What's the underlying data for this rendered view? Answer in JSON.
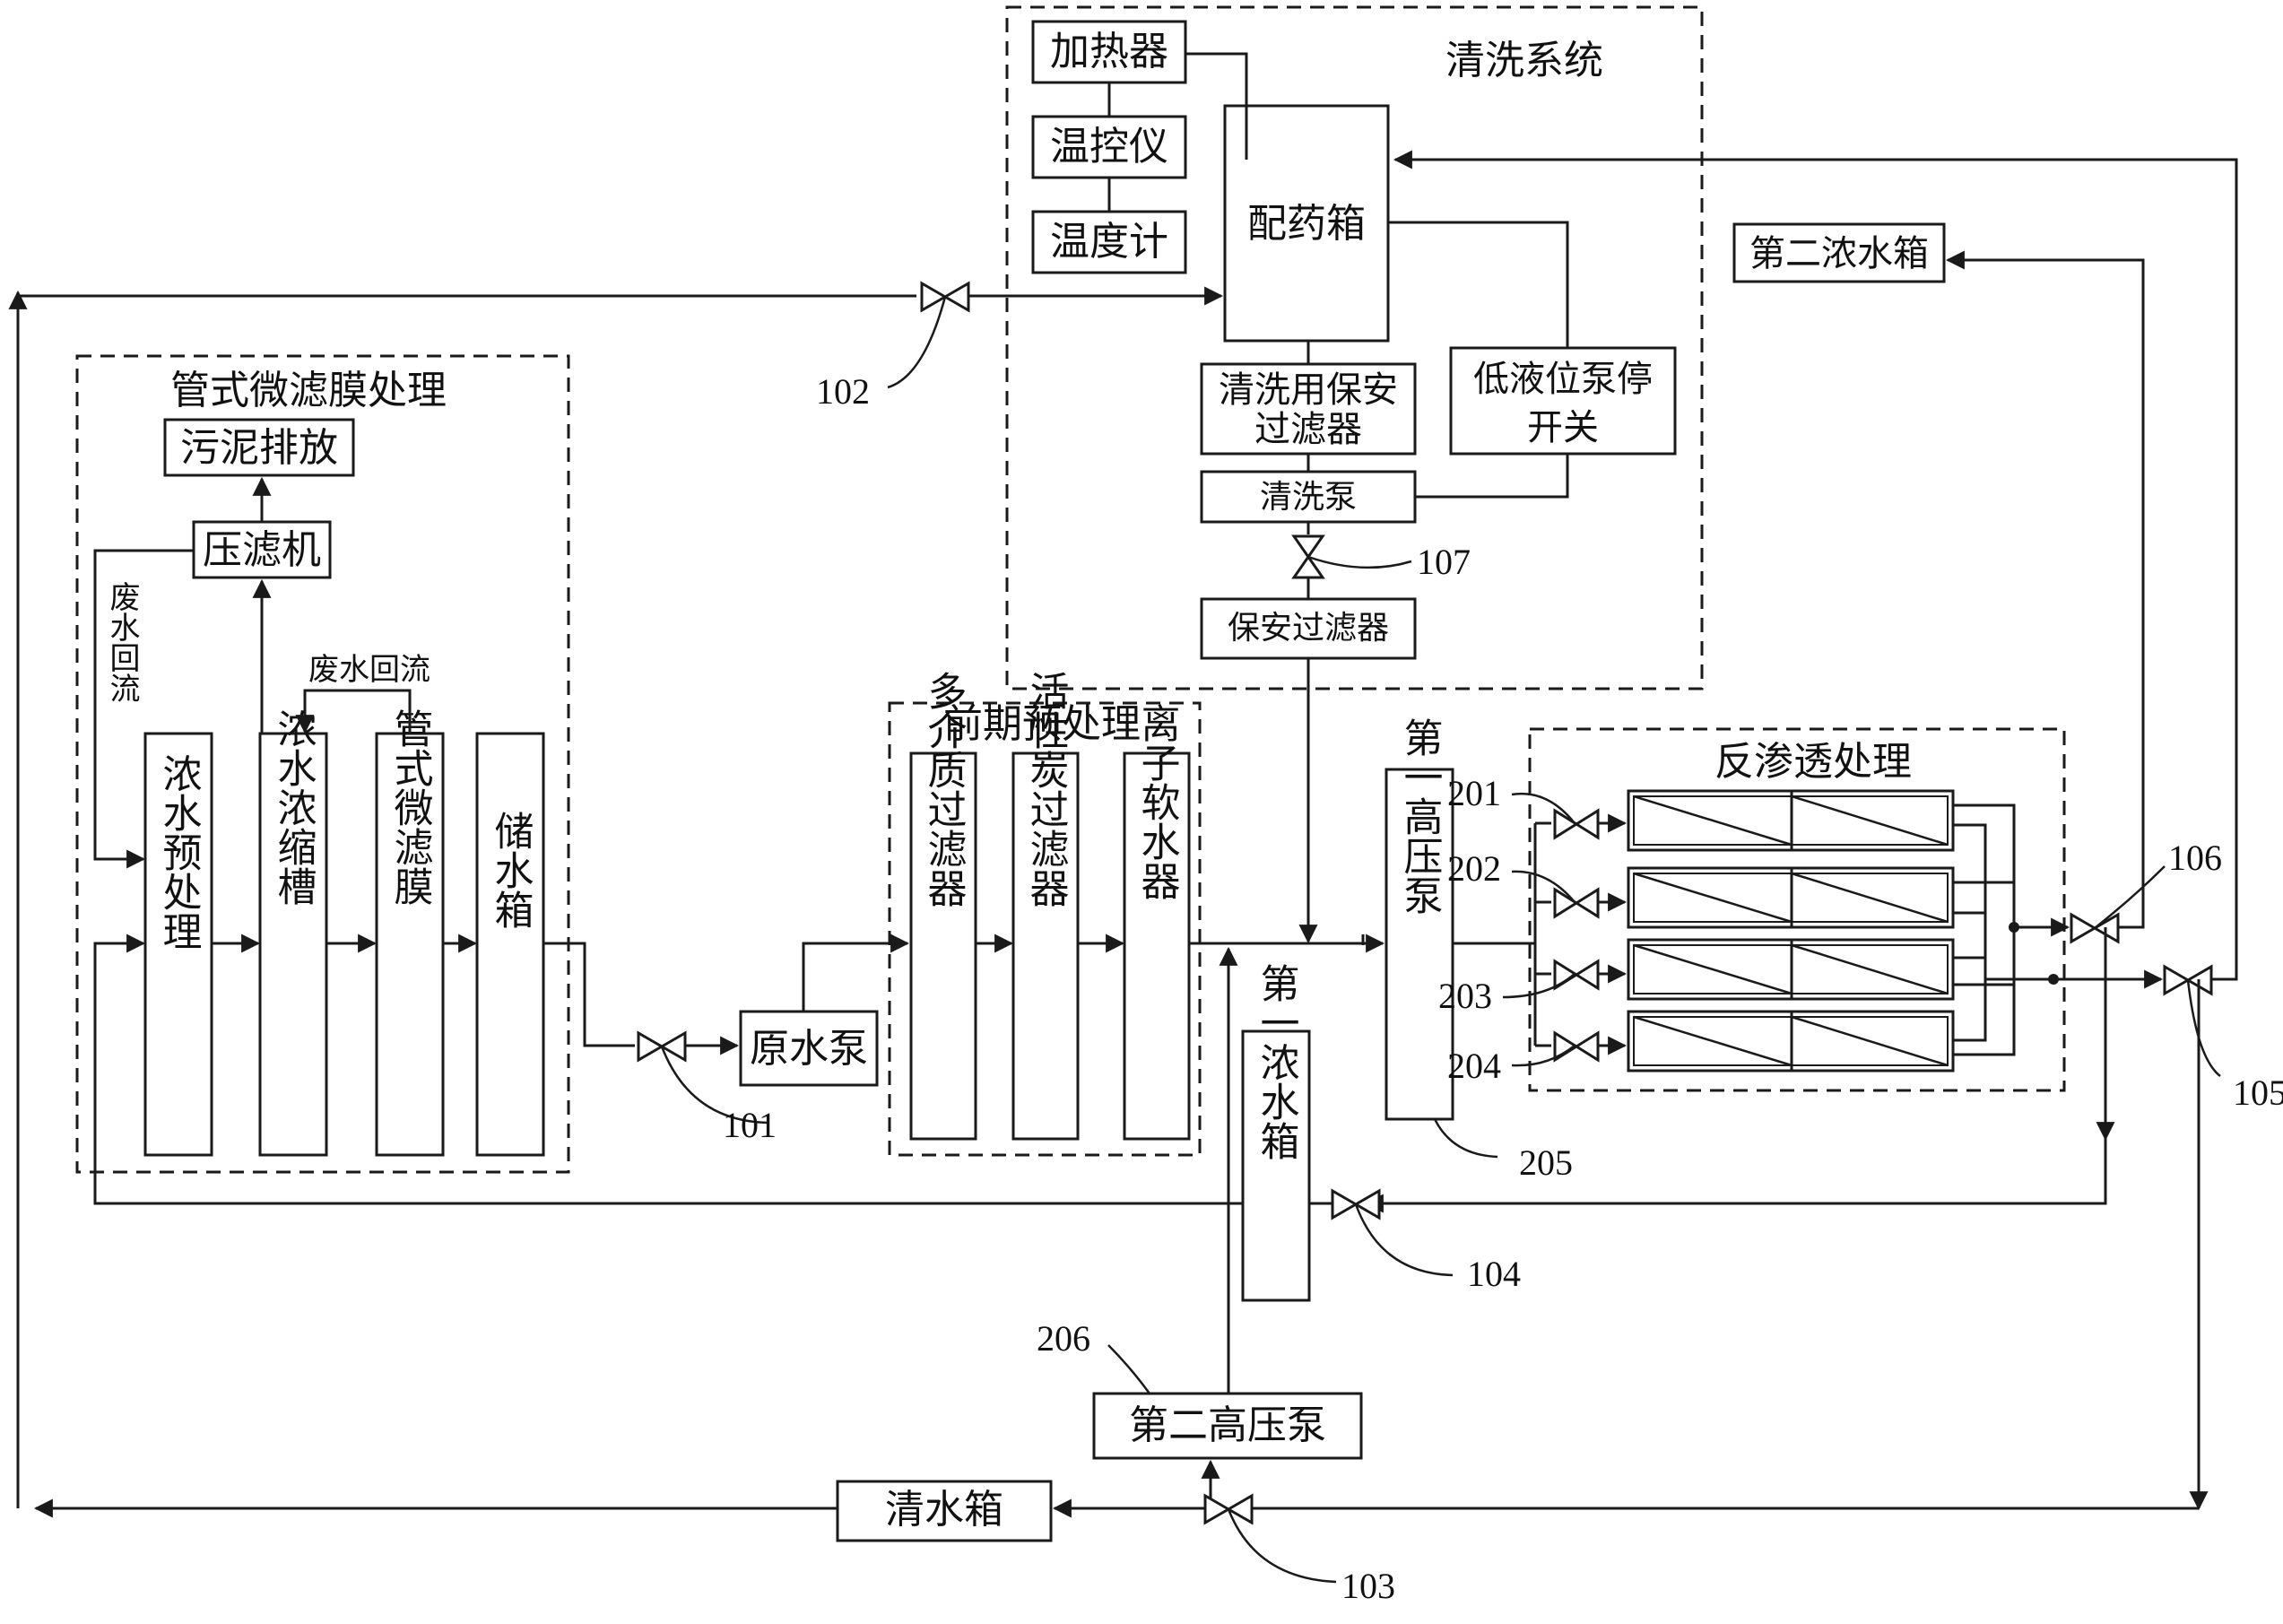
{
  "groups": {
    "cleaning": "清洗系统",
    "microfiltration": "管式微滤膜处理",
    "pretreatment": "前期预处理",
    "ro": "反渗透处理"
  },
  "boxes": {
    "heater": "加热器",
    "thermostat": "温控仪",
    "thermometer": "温度计",
    "dosing_tank": "配药箱",
    "cleaning_security_filter": [
      "清洗用保安",
      "过滤器"
    ],
    "low_level_switch": [
      "低液位泵停",
      "开关"
    ],
    "cleaning_pump": "清洗泵",
    "security_filter": "保安过滤器",
    "second_concentrate_tank": "第二浓水箱",
    "sludge_discharge": "污泥排放",
    "filter_press": "压滤机",
    "raw_water_pump": "原水泵",
    "clean_water_tank": "清水箱",
    "second_hp_pump": "第二高压泵"
  },
  "vertical_boxes": {
    "concentrate_pretreat": "浓水预处理",
    "concentrate_tank_slot": "浓水浓缩槽",
    "tubular_mf": "管式微滤膜",
    "storage_tank": "储水箱",
    "multimedia_filter": "多介质过滤器",
    "activated_carbon": "活性炭过滤器",
    "ion_softener": "离子软水器",
    "first_hp_pump": "第一高压泵",
    "first_concentrate_tank": "第一浓水箱"
  },
  "annotations": {
    "wastewater_return_v": "废水回流",
    "wastewater_return_h": "废水回流"
  },
  "reference_numbers": {
    "v101": "101",
    "v102": "102",
    "v103": "103",
    "v104": "104",
    "v105": "105",
    "v106": "106",
    "v107": "107",
    "v201": "201",
    "v202": "202",
    "v203": "203",
    "v204": "204",
    "p205": "205",
    "p206": "206"
  }
}
